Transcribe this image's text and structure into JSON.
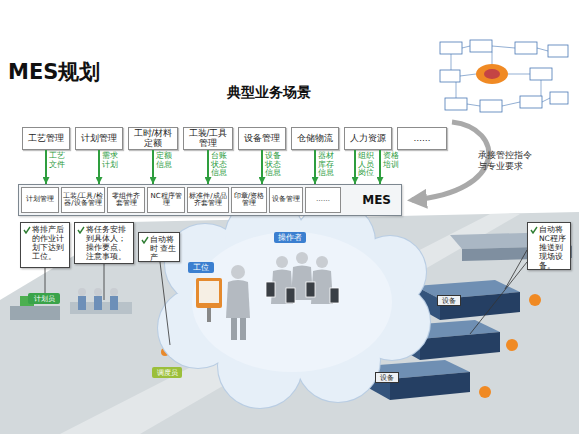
{
  "diagram": {
    "title": "MES规划",
    "nodes": [
      {
        "text": [
          "工艺管理"
        ]
      },
      {
        "text": [
          "计划管理"
        ]
      },
      {
        "text": [
          "工时/材料定额"
        ]
      },
      {
        "text": [
          "工装/工具管理"
        ]
      },
      {
        "text": [
          "设备管理"
        ]
      },
      {
        "text": [
          "仓储物流"
        ]
      },
      {
        "text": [
          "人力资源"
        ]
      },
      {
        "text": [
          "……"
        ]
      },
      {
        "text": [
          "MES"
        ]
      },
      {
        "text": [
          "计划管理"
        ],
        "in": 8
      },
      {
        "text": [
          "工装/工具/检器/设备管理"
        ],
        "in": 8
      },
      {
        "text": [
          "零组件齐套管理"
        ],
        "in": 8
      },
      {
        "text": [
          "NC程序管理"
        ],
        "in": 8
      },
      {
        "text": [
          "标准件/成品齐套管理"
        ],
        "in": 8
      },
      {
        "text": [
          "印章/资格管理"
        ],
        "in": 8
      },
      {
        "text": [
          "设备管理"
        ],
        "in": 8
      },
      {
        "text": [
          "……"
        ],
        "in": 8
      },
      {
        "text": [
          "将排产后的作业计划下达到工位。"
        ]
      },
      {
        "text": [
          "将任务安排到具体人；操作要点、注意事项。"
        ]
      },
      {
        "text": [
          "自动将时 查生产"
        ]
      },
      {
        "text": [
          "自动将NC程序推送到现场设备。"
        ]
      },
      {
        "text": [
          "工位"
        ]
      },
      {
        "text": [
          "操作者"
        ]
      },
      {
        "text": [
          "计划员"
        ]
      },
      {
        "text": [
          "调度员"
        ]
      },
      {
        "text": [
          "设备"
        ]
      },
      {
        "text": [
          "设备"
        ]
      }
    ],
    "edges": [
      {
        "from": 0,
        "to": 8,
        "label": "工艺文件",
        "arrow": "to"
      },
      {
        "from": 1,
        "to": 8,
        "label": "需求计划",
        "arrow": "to"
      },
      {
        "from": 2,
        "to": 8,
        "label": "定额信息",
        "arrow": "to"
      },
      {
        "from": 3,
        "to": 8,
        "label": "台账状态信息",
        "arrow": "to"
      },
      {
        "from": 4,
        "to": 8,
        "label": "设备状态信息",
        "arrow": "to"
      },
      {
        "from": 5,
        "to": 8,
        "label": "器材库存信息",
        "arrow": "to"
      },
      {
        "from": 6,
        "to": 8,
        "label": "组织人员岗位",
        "arrow": "to"
      },
      {
        "from": 6,
        "to": 8,
        "label": "资格培训",
        "arrow": "to"
      }
    ],
    "labels": [
      "典型业务场景",
      "承接管控指令与专业要求"
    ]
  }
}
